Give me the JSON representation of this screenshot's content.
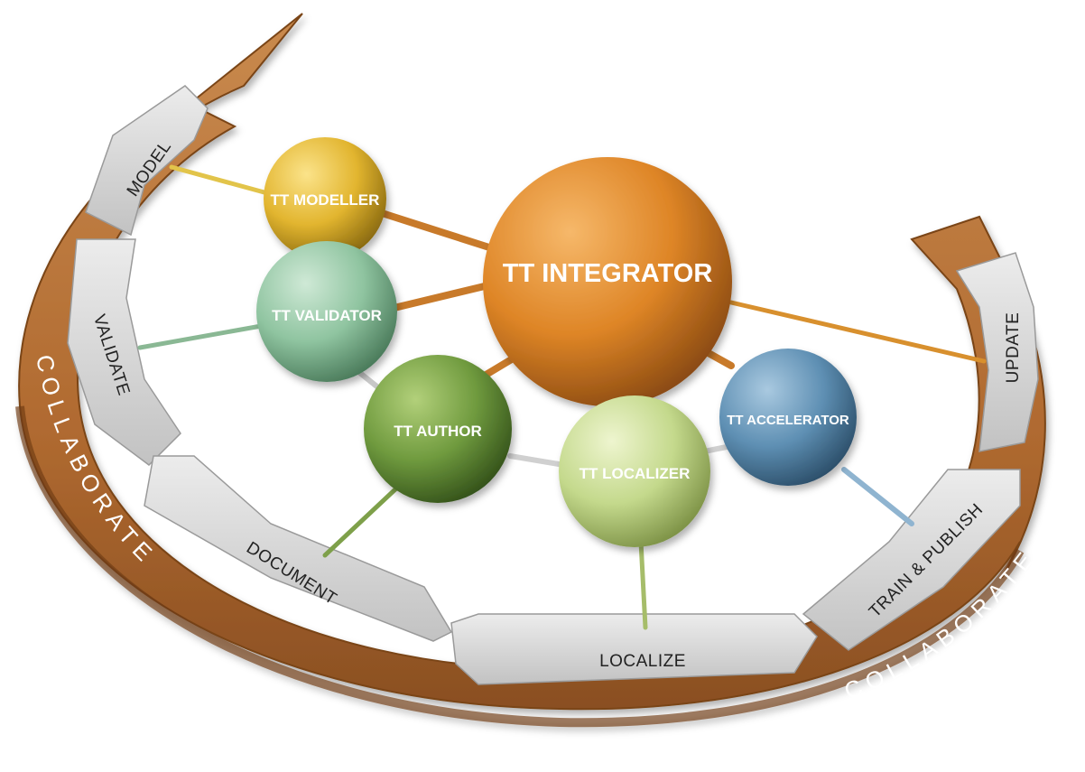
{
  "diagram": {
    "stages": {
      "model": "MODEL",
      "validate": "VALIDATE",
      "document": "DOCUMENT",
      "localize": "LOCALIZE",
      "train_publish": "TRAIN & PUBLISH",
      "update": "UPDATE"
    },
    "collaborate_left": "COLLABORATE",
    "collaborate_right": "COLLABORATE",
    "spheres": {
      "modeller": "TT MODELLER",
      "integrator": "TT INTEGRATOR",
      "validator": "TT VALIDATOR",
      "author": "TT AUTHOR",
      "localizer": "TT LOCALIZER",
      "accelerator": "TT ACCELERATOR"
    },
    "colors": {
      "ring": "#b8733a",
      "ring_dark": "#8a4f22",
      "arrow_panel": "#d6d6d6",
      "modeller": "#e2b52f",
      "integrator": "#e0882a",
      "validator": "#8fc4a0",
      "author": "#6f9a3e",
      "localizer": "#c4d98c",
      "accelerator": "#5e8fb3"
    }
  }
}
